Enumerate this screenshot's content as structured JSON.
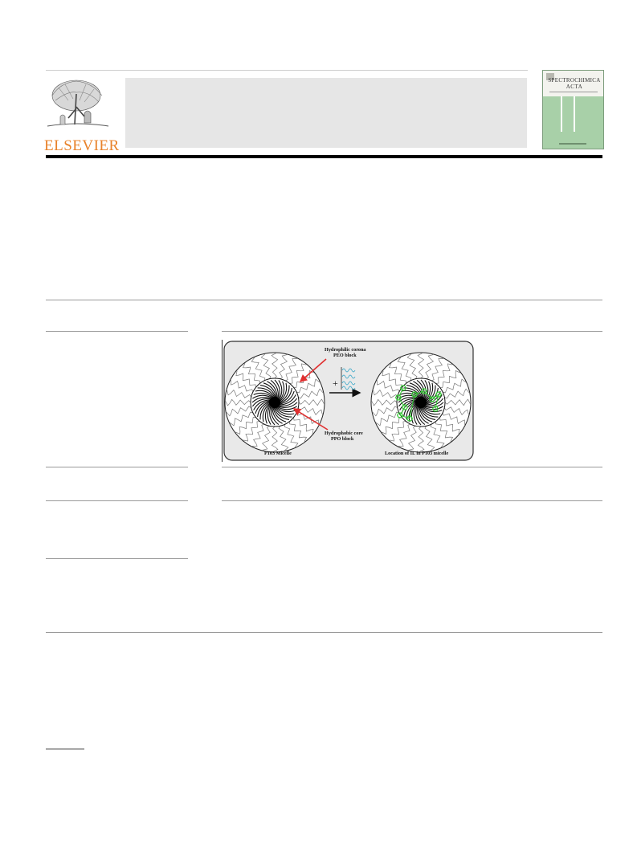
{
  "header": {
    "publisher_logo_text": "ELSEVIER",
    "journal_cover": {
      "title_line1": "SPECTROCHIMICA",
      "title_line2": "ACTA",
      "accent_color": "#a8d0a8"
    },
    "banner_color": "#e6e6e6",
    "rule_color": "#000000"
  },
  "graphical_abstract": {
    "labels": {
      "corona": "Hydrophilic corona",
      "peo": "PEO block",
      "core": "Hydrophobic core",
      "ppo": "PPO block",
      "left_caption": "P103 Micelle",
      "right_caption": "Location of IL in P103 micelle",
      "plus": "+"
    },
    "arrow_color": "#e03030",
    "il_color": "#33cc33"
  }
}
